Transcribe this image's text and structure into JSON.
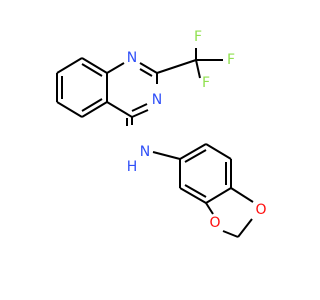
{
  "molecule": {
    "atoms": [
      {
        "id": "N1",
        "symbol": "N",
        "color": "#3050f8"
      },
      {
        "id": "N3",
        "symbol": "N",
        "color": "#3050f8"
      },
      {
        "id": "NH",
        "symbol": "N",
        "hydrogen": "H",
        "color": "#3050f8"
      },
      {
        "id": "F1",
        "symbol": "F",
        "color": "#90e050"
      },
      {
        "id": "F2",
        "symbol": "F",
        "color": "#90e050"
      },
      {
        "id": "F3",
        "symbol": "F",
        "color": "#90e050"
      },
      {
        "id": "O1",
        "symbol": "O",
        "color": "#ff0d0d"
      },
      {
        "id": "O2",
        "symbol": "O",
        "color": "#ff0d0d"
      }
    ],
    "bond_color": "#000000",
    "background": "#ffffff"
  }
}
